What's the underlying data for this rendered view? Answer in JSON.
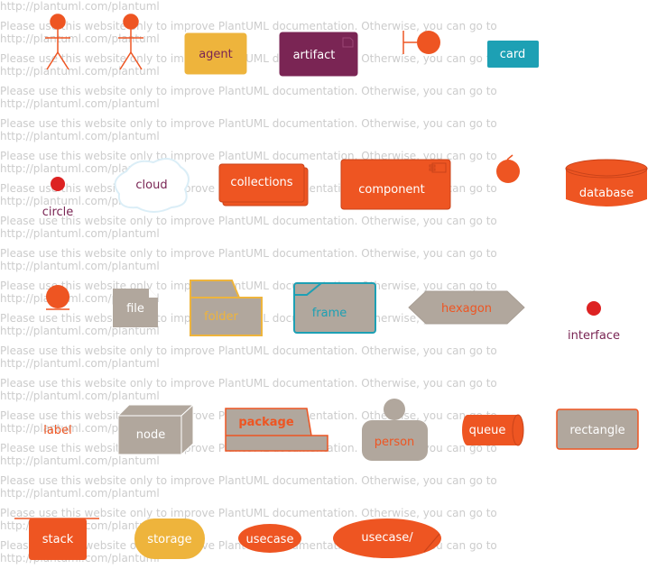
{
  "watermark": {
    "line1": "Please use this website only to improve PlantUML documentation. Otherwise, you can go to",
    "line2": "http://plantuml.com/plantuml"
  },
  "colors": {
    "orange": "#EE5522",
    "yellow": "#EEB43C",
    "plum": "#7A2554",
    "teal": "#1DA0B4",
    "taupe": "#B1A79D",
    "red": "#DD2222",
    "white": "#ffffff"
  },
  "elements": {
    "actor1": "actor",
    "actor2": "actor",
    "agent": "agent",
    "artifact": "artifact",
    "boundary": "boundary",
    "card": "card",
    "circle": "circle",
    "cloud": "cloud",
    "collections": "collections",
    "component": "component",
    "control": "control",
    "database": "database",
    "entity": "entity",
    "file": "file",
    "folder": "folder",
    "frame": "frame",
    "hexagon": "hexagon",
    "interface": "interface",
    "label": "label",
    "node": "node",
    "package": "package",
    "person": "person",
    "queue": "queue",
    "rectangle": "rectangle",
    "stack": "stack",
    "storage": "storage",
    "usecase": "usecase",
    "usecase_business": "usecase/"
  }
}
